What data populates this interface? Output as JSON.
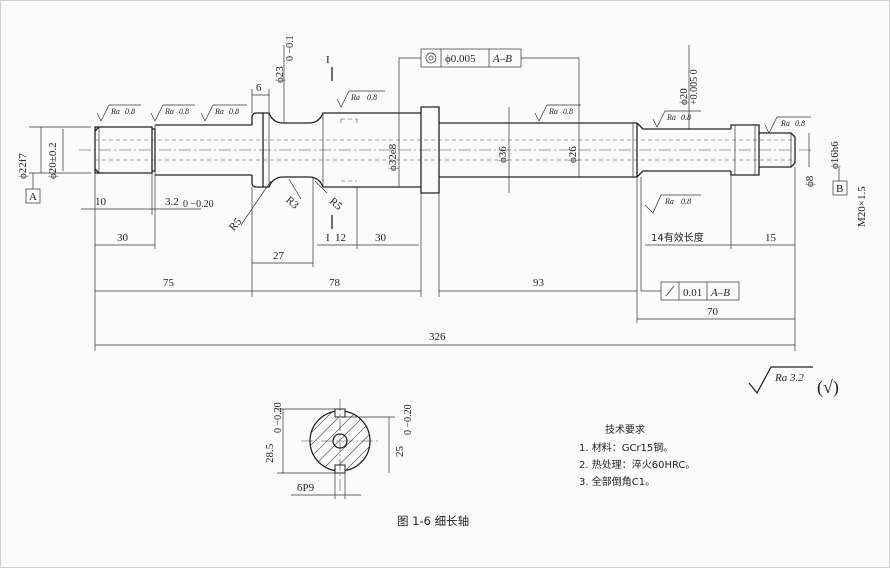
{
  "figure_caption": "图 1-6    细长轴",
  "tech_req": {
    "title": "技术要求",
    "items": [
      "1. 材料：GCr15钢。",
      "2. 热处理：淬火60HRC。",
      "3. 全部倒角C1。"
    ]
  },
  "datums": {
    "a": "A",
    "b": "B"
  },
  "section": {
    "label": "I"
  },
  "roughness": {
    "ra_symbol": "Ra",
    "value": "0.8",
    "general_value": "Ra 3.2",
    "general_suffix": "(√)"
  },
  "tolerances": {
    "coaxiality": {
      "symbol": "◎",
      "value": "ϕ0.005",
      "datum": "A–B"
    },
    "runout": {
      "symbol": "↗",
      "value": "0.01",
      "datum": "A–B"
    }
  },
  "dims": {
    "d22f7": "ϕ22f7",
    "d20_02": "ϕ20±0.2",
    "d23": "ϕ23",
    "d23_tol": "0 −0.1",
    "d32e8": "ϕ32e8",
    "d36": "ϕ36",
    "d26": "ϕ26",
    "d20_right": "ϕ20",
    "d20_right_tol": "+0.005 0",
    "d16h6": "ϕ16h6",
    "d8": "ϕ8",
    "m20": "M20×1.5",
    "l6": "6",
    "l10": "10",
    "l32": "3.2",
    "l32_tol": "0 −0.20",
    "l30a": "30",
    "l27": "27",
    "l12": "12",
    "l30b": "30",
    "l75": "75",
    "l78": "78",
    "l93": "93",
    "l14": "14有效长度",
    "l15": "15",
    "l70": "70",
    "l326": "326",
    "r5a": "R5",
    "r3": "R3",
    "r5b": "R5",
    "s285": "28.5",
    "s285_tol": "0 −0.20",
    "s25": "25",
    "s25_tol": "0 −0.20",
    "s6p9": "6P9"
  }
}
